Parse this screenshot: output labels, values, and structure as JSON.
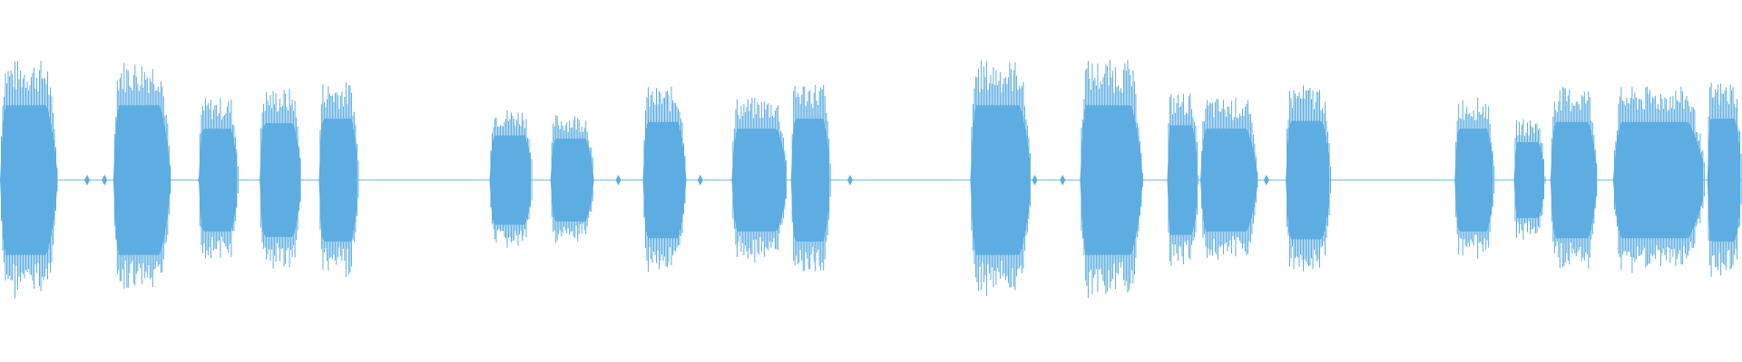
{
  "waveform": {
    "color": "#5dade2",
    "duration_fraction_segments": [
      {
        "start": 0.0,
        "end": 0.033,
        "peak": 0.67
      },
      {
        "start": 0.065,
        "end": 0.098,
        "peak": 0.67
      },
      {
        "start": 0.114,
        "end": 0.137,
        "peak": 0.46
      },
      {
        "start": 0.149,
        "end": 0.173,
        "peak": 0.51
      },
      {
        "start": 0.183,
        "end": 0.206,
        "peak": 0.55
      },
      {
        "start": 0.281,
        "end": 0.306,
        "peak": 0.4
      },
      {
        "start": 0.316,
        "end": 0.341,
        "peak": 0.37
      },
      {
        "start": 0.369,
        "end": 0.394,
        "peak": 0.52
      },
      {
        "start": 0.42,
        "end": 0.452,
        "peak": 0.46
      },
      {
        "start": 0.454,
        "end": 0.477,
        "peak": 0.55
      },
      {
        "start": 0.557,
        "end": 0.592,
        "peak": 0.67
      },
      {
        "start": 0.62,
        "end": 0.656,
        "peak": 0.67
      },
      {
        "start": 0.67,
        "end": 0.688,
        "peak": 0.49
      },
      {
        "start": 0.689,
        "end": 0.722,
        "peak": 0.46
      },
      {
        "start": 0.738,
        "end": 0.764,
        "peak": 0.53
      },
      {
        "start": 0.835,
        "end": 0.858,
        "peak": 0.46
      },
      {
        "start": 0.869,
        "end": 0.887,
        "peak": 0.34
      },
      {
        "start": 0.89,
        "end": 0.917,
        "peak": 0.52
      },
      {
        "start": 0.926,
        "end": 0.979,
        "peak": 0.52
      },
      {
        "start": 0.98,
        "end": 1.0,
        "peak": 0.55
      }
    ],
    "blips": [
      0.05,
      0.06,
      0.115,
      0.355,
      0.402,
      0.488,
      0.594,
      0.61,
      0.727
    ]
  }
}
